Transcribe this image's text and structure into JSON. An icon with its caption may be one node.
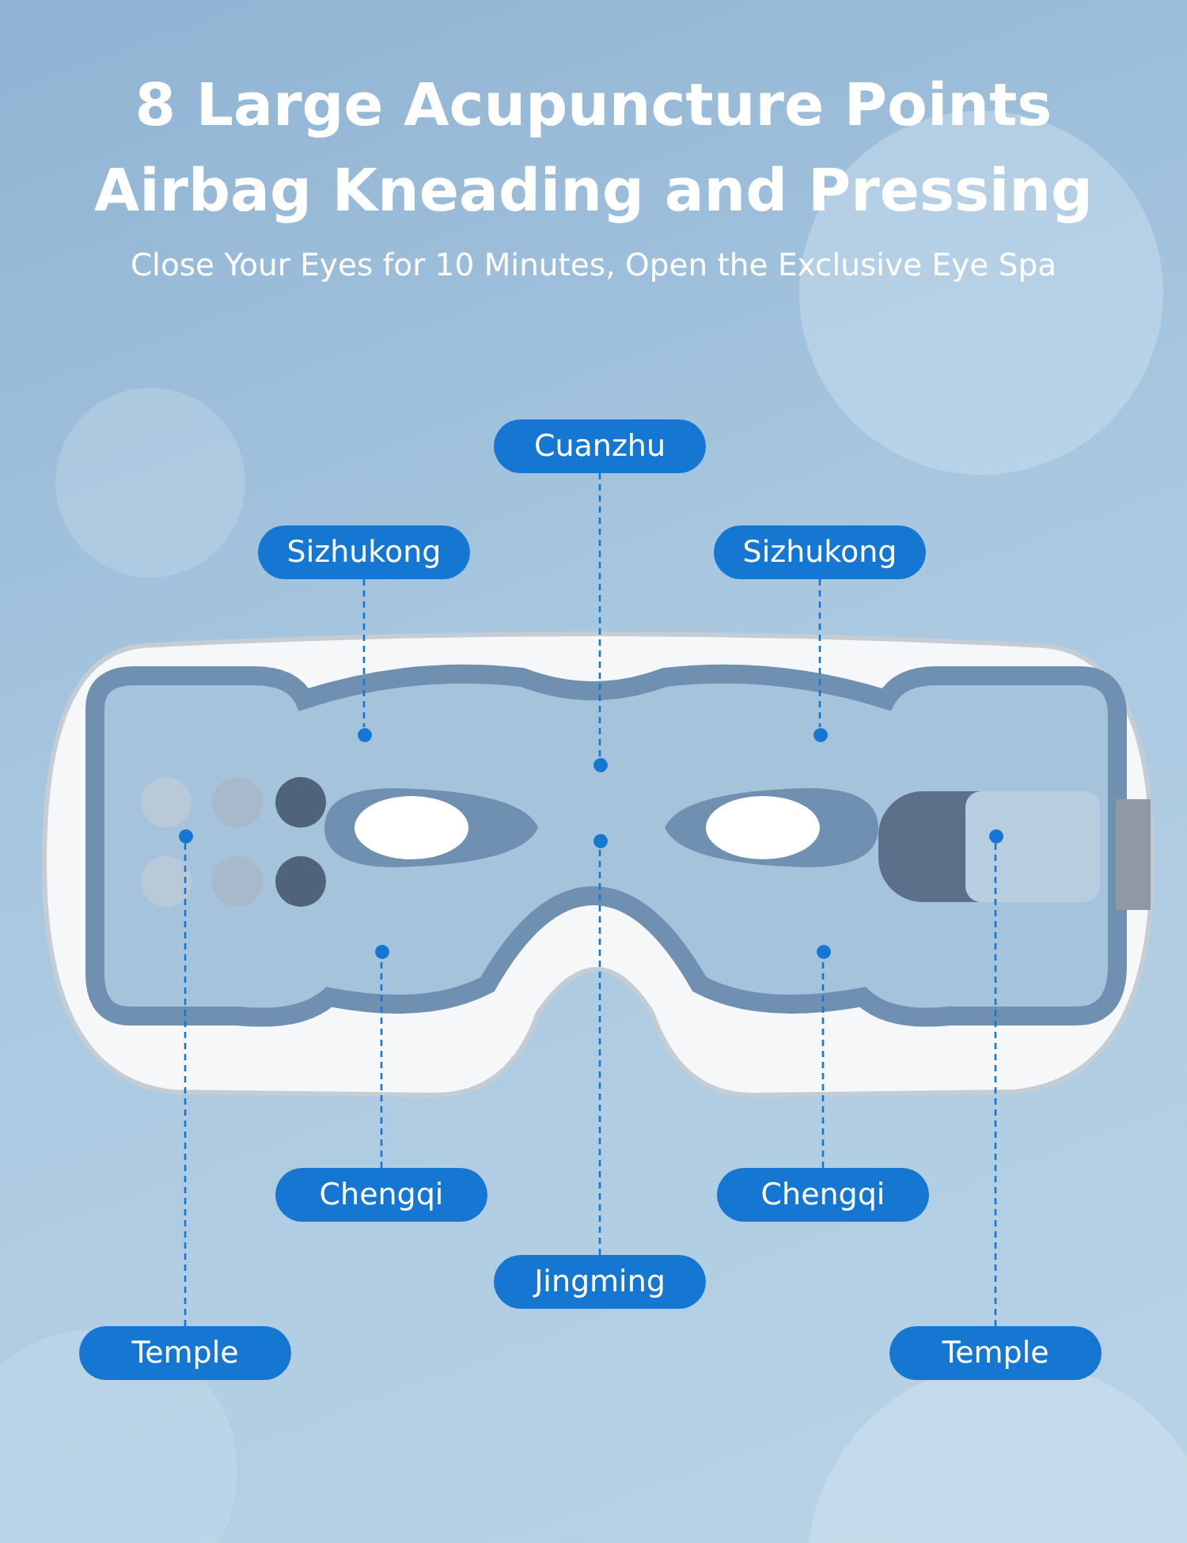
{
  "diagram": {
    "title": "8 Large Acupuncture Points Airbag Kneading and Pressing",
    "nodes": [
      {
        "text": [
          "Cuanzhu"
        ]
      },
      {
        "text": [
          "Sizhukong"
        ]
      },
      {
        "text": [
          "Sizhukong"
        ]
      },
      {
        "text": [
          "Chengqi"
        ]
      },
      {
        "text": [
          "Chengqi"
        ]
      },
      {
        "text": [
          "Jingming"
        ]
      },
      {
        "text": [
          "Temple"
        ]
      },
      {
        "text": [
          "Temple"
        ]
      },
      {
        "text": [],
        "shape": "circle"
      },
      {
        "text": [],
        "shape": "circle"
      },
      {
        "text": [],
        "shape": "circle"
      },
      {
        "text": [],
        "shape": "circle"
      },
      {
        "text": [],
        "shape": "circle"
      },
      {
        "text": [],
        "shape": "circle"
      },
      {
        "text": [],
        "shape": "circle"
      },
      {
        "text": [],
        "shape": "circle"
      }
    ],
    "edges": [
      {
        "from": 0,
        "to": 10,
        "arrow": "none",
        "style": "dashed"
      },
      {
        "from": 1,
        "to": 8,
        "arrow": "none",
        "style": "dashed"
      },
      {
        "from": 2,
        "to": 9,
        "arrow": "none",
        "style": "dashed"
      },
      {
        "from": 3,
        "to": 14,
        "arrow": "none",
        "style": "dashed"
      },
      {
        "from": 4,
        "to": 15,
        "arrow": "none",
        "style": "dashed"
      },
      {
        "from": 5,
        "to": 12,
        "arrow": "none",
        "style": "dashed"
      },
      {
        "from": 6,
        "to": 11,
        "arrow": "none",
        "style": "dashed"
      },
      {
        "from": 7,
        "to": 13,
        "arrow": "none",
        "style": "dashed"
      }
    ],
    "labels": [
      "Close Your Eyes for 10 Minutes, Open the Exclusive Eye Spa"
    ]
  }
}
